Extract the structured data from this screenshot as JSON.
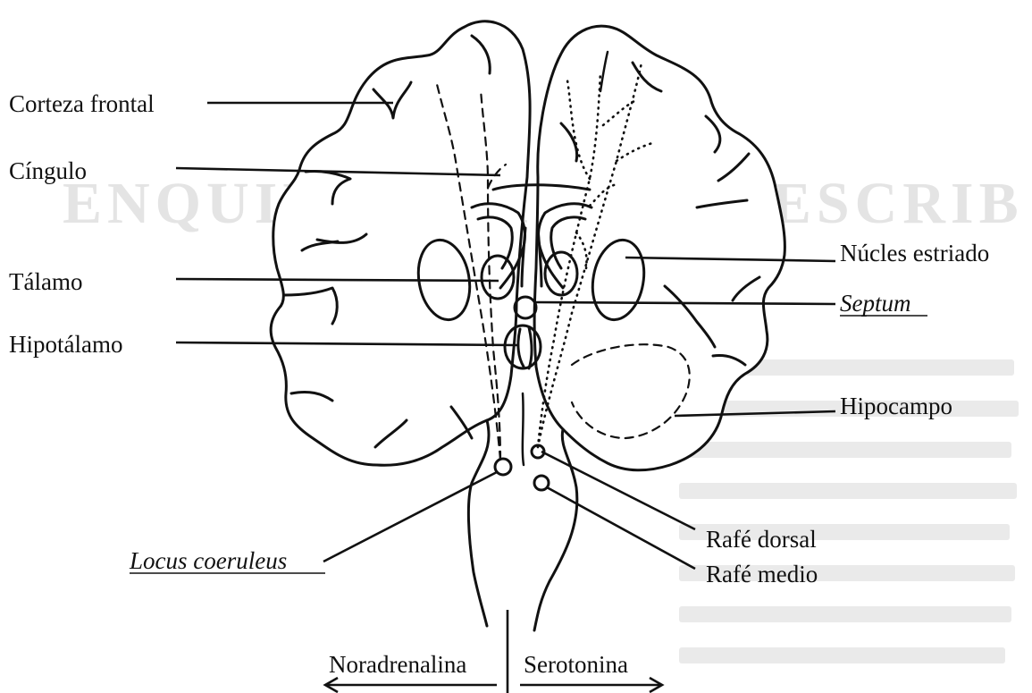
{
  "labels": {
    "corteza_frontal": "Corteza frontal",
    "cingulo": "Cíngulo",
    "talamo": "Tálamo",
    "hipotalamo": "Hipotálamo",
    "locus_coeruleus": "Locus coeruleus",
    "nucles_estriado": "Núcles estriado",
    "septum": "Septum",
    "hipocampo": "Hipocampo",
    "rafe_dorsal": "Rafé dorsal",
    "rafe_medio": "Rafé medio",
    "noradrenalina": "Noradrenalina",
    "serotonina": "Serotonina"
  }
}
